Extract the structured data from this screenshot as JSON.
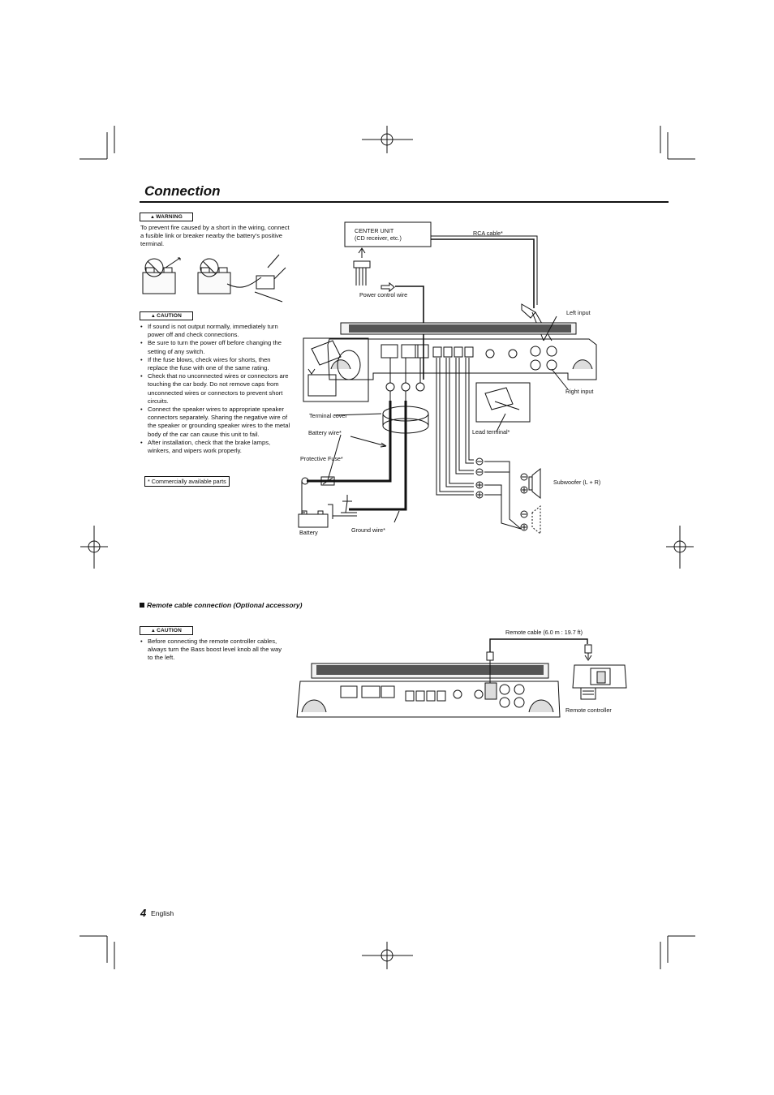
{
  "page": {
    "title": "Connection",
    "page_number": "4",
    "language": "English"
  },
  "warning": {
    "badge": "WARNING",
    "text": "To prevent fire caused by a short in the wiring, connect a fusible link or breaker nearby the battery’s positive terminal."
  },
  "caution": {
    "badge": "CAUTION",
    "items": [
      "If sound is not output normally, immediately turn power off and check connections.",
      "Be sure to turn the power off before changing the setting of any switch.",
      "If the fuse blows, check wires for shorts, then replace the fuse with one of the same rating.",
      "Check that no unconnected wires or connectors are touching the car body. Do not remove caps from unconnected wires or connectors to prevent short circuits.",
      "Connect the speaker wires to appropriate speaker connectors separately. Sharing the negative wire of the speaker or grounding speaker wires to the metal body of the car can cause this unit to fail.",
      "After installation, check that the brake lamps, winkers, and wipers work properly."
    ]
  },
  "footnote": "* Commercially available parts",
  "diagram_labels": {
    "center_unit_line1": "CENTER UNIT",
    "center_unit_line2": "(CD receiver, etc.)",
    "rca_cable": "RCA cable*",
    "power_control_wire": "Power control wire",
    "left_input": "Left input",
    "right_input": "Right input",
    "terminal_cover": "Terminal cover",
    "battery_wire": "Battery wire*",
    "lead_terminal": "Lead terminal*",
    "protective_fuse": "Protective Fuse*",
    "subwoofer": "Subwoofer (L + R)",
    "battery": "Battery",
    "ground_wire": "Ground wire*"
  },
  "remote_section": {
    "heading": "Remote cable connection (Optional accessory)",
    "caution_badge": "CAUTION",
    "caution_text": "Before connecting the remote controller cables, always turn the Bass boost level knob all the way to the left.",
    "remote_cable": "Remote cable (6.0 m : 19.7 ft)",
    "remote_controller": "Remote controller"
  }
}
